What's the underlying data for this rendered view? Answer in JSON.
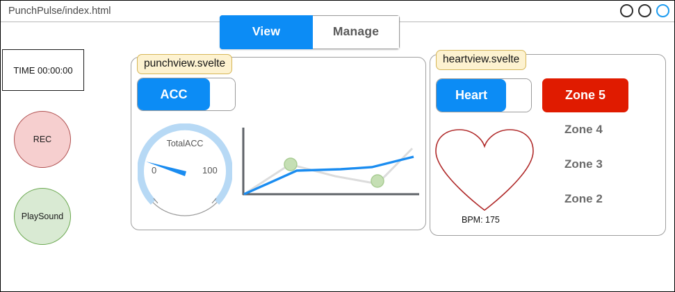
{
  "window": {
    "title": "PunchPulse/index.html",
    "controls": [
      {
        "name": "window-control-minimize",
        "style": "dark"
      },
      {
        "name": "window-control-maximize",
        "style": "dark"
      },
      {
        "name": "window-control-close",
        "style": "blue"
      }
    ]
  },
  "tabs": [
    {
      "label": "View",
      "active": true
    },
    {
      "label": "Manage",
      "active": false
    }
  ],
  "left_controls": {
    "time_label": "TIME 00:00:00",
    "rec_label": "REC",
    "playsound_label": "PlaySound"
  },
  "punch_panel": {
    "tag": "punchview.svelte",
    "toggle_label": "ACC",
    "gauge": {
      "title": "TotalACC",
      "min_label": "0",
      "max_label": "100"
    }
  },
  "heart_panel": {
    "tag": "heartview.svelte",
    "toggle_label": "Heart",
    "zone_active": "Zone 5",
    "zones": [
      "Zone 4",
      "Zone 3",
      "Zone 2"
    ],
    "bpm_label": "BPM: 175"
  },
  "colors": {
    "accent_blue": "#0c8cf5",
    "zone5_red": "#e01b00",
    "tag_fill": "#fdf2d0",
    "tag_border": "#d6b656",
    "rec_fill": "#f6cfcf",
    "playsound_fill": "#d9ead3",
    "heart_stroke": "#b02a2a",
    "gauge_band": "#b7d9f5",
    "marker_green": "#b6d7a8"
  },
  "chart_data": {
    "type": "line",
    "title": "",
    "xlabel": "",
    "ylabel": "",
    "grid": false,
    "legend": "none",
    "x": [
      0,
      1,
      2,
      3,
      4
    ],
    "series": [
      {
        "name": "blue-series",
        "color": "#1a8cf0",
        "values": [
          0,
          34,
          36,
          40,
          66
        ]
      },
      {
        "name": "gray-series",
        "color": "#dcdcdc",
        "values": [
          0,
          50,
          34,
          20,
          76
        ],
        "markers": [
          {
            "x": 1,
            "y": 50
          },
          {
            "x": 3,
            "y": 20
          }
        ]
      }
    ],
    "ylim": [
      0,
      100
    ],
    "xlim": [
      0,
      4
    ]
  },
  "gauge_data": {
    "type": "gauge",
    "title": "TotalACC",
    "min": 0,
    "max": 100,
    "value": 3,
    "needle_angle_deg": -160,
    "band_color": "#b7d9f5",
    "needle_color": "#1a8cf0"
  }
}
